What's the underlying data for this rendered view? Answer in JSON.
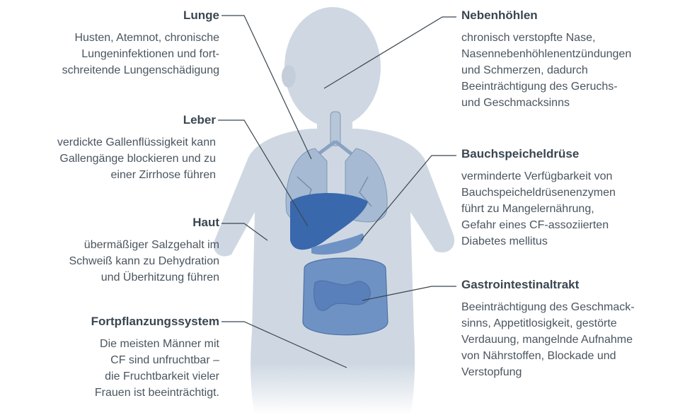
{
  "labels": {
    "lunge": {
      "title": "Lunge",
      "lines": [
        "Husten, Atemnot, chronische",
        "Lungeninfektionen und fort-",
        "schreitende Lungenschädigung"
      ]
    },
    "leber": {
      "title": "Leber",
      "lines": [
        "verdickte Gallenflüssigkeit kann",
        "Gallengänge blockieren und zu",
        "einer Zirrhose führen"
      ]
    },
    "haut": {
      "title": "Haut",
      "lines": [
        "übermäßiger Salzgehalt im",
        "Schweiß kann zu Dehydration",
        "und Überhitzung führen"
      ]
    },
    "fortpflanzung": {
      "title": "Fortpflanzungssystem",
      "lines": [
        "Die meisten Männer mit",
        "CF sind unfruchtbar –",
        "die Fruchtbarkeit vieler",
        "Frauen ist beeinträchtigt."
      ]
    },
    "nebenhoehlen": {
      "title": "Nebenhöhlen",
      "lines": [
        "chronisch verstopfte Nase,",
        "Nasennebenhöhlenentzündungen",
        "und Schmerzen, dadurch",
        "Beeinträchtigung des Geruchs-",
        "und Geschmacksinns"
      ]
    },
    "bauchspeichel": {
      "title": "Bauchspeicheldrüse",
      "lines": [
        "verminderte Verfügbarkeit von",
        "Bauchspeicheldrüsenenzymen",
        "führt zu Mangelernährung,",
        "Gefahr eines CF-assoziierten",
        "Diabetes mellitus"
      ]
    },
    "gastro": {
      "title": "Gastrointestinaltrakt",
      "lines": [
        "Beeinträchtigung des Geschmack-",
        "sinns, Appetitlosigkeit, gestörte",
        "Verdauung, mangelnde Aufnahme",
        "von Nährstoffen, Blockade und",
        "Verstopfung"
      ]
    }
  },
  "colors": {
    "body": "#cfd8e2",
    "lung": "#9db3cf",
    "organ_dark": "#3a68ad",
    "organ_mid": "#6f92c4",
    "line": "#3b4650"
  }
}
